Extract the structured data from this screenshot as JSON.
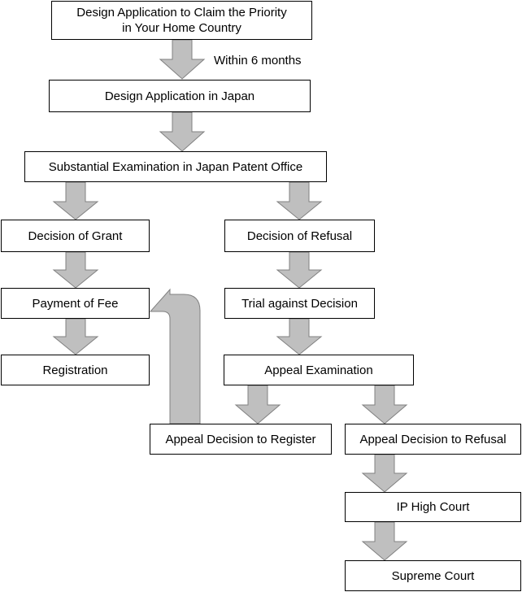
{
  "colors": {
    "arrow_fill": "#bfbfbf",
    "arrow_stroke": "#808080",
    "box_border": "#000000"
  },
  "boxes": {
    "priority_application": "Design Application to Claim the Priority\nin Your Home Country",
    "japan_application": "Design Application in Japan",
    "substantial_examination": "Substantial Examination in Japan Patent Office",
    "decision_of_grant": "Decision of Grant",
    "decision_of_refusal": "Decision of Refusal",
    "payment_of_fee": "Payment of Fee",
    "trial_against_decision": "Trial against Decision",
    "registration": "Registration",
    "appeal_examination": "Appeal Examination",
    "appeal_decision_register": "Appeal Decision to Register",
    "appeal_decision_refusal": "Appeal Decision to Refusal",
    "ip_high_court": "IP High Court",
    "supreme_court": "Supreme Court"
  },
  "annotations": {
    "within_6_months": "Within 6 months"
  }
}
